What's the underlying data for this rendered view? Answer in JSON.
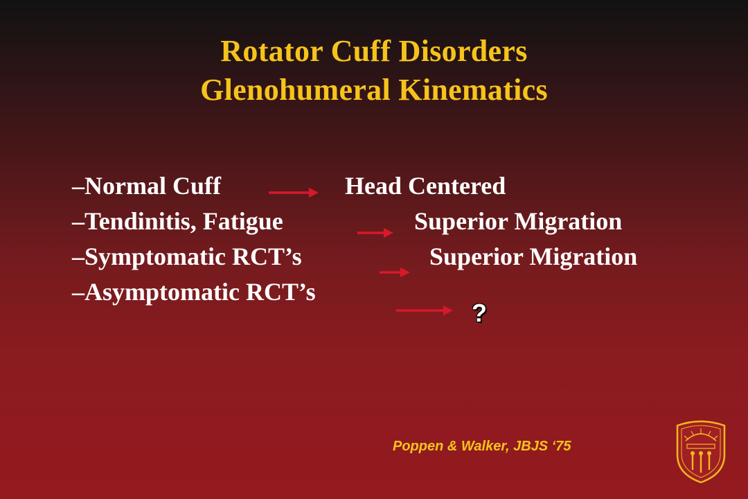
{
  "slide": {
    "title_line1": "Rotator Cuff Disorders",
    "title_line2": "Glenohumeral Kinematics",
    "rows": [
      {
        "label": "–Normal Cuff",
        "result": "Head Centered"
      },
      {
        "label": "–Tendinitis, Fatigue",
        "result": "Superior Migration"
      },
      {
        "label": "–Symptomatic RCT’s",
        "result": "Superior Migration"
      },
      {
        "label": "–Asymptomatic RCT’s",
        "result": "?"
      }
    ],
    "citation": "Poppen & Walker, JBJS ‘75",
    "logo_icon": "usc-seal-icon"
  },
  "colors": {
    "title": "#f6c31c",
    "text": "#ffffff",
    "arrow": "#d8192a",
    "background_top": "#121212",
    "background_bottom": "#941a1f"
  }
}
